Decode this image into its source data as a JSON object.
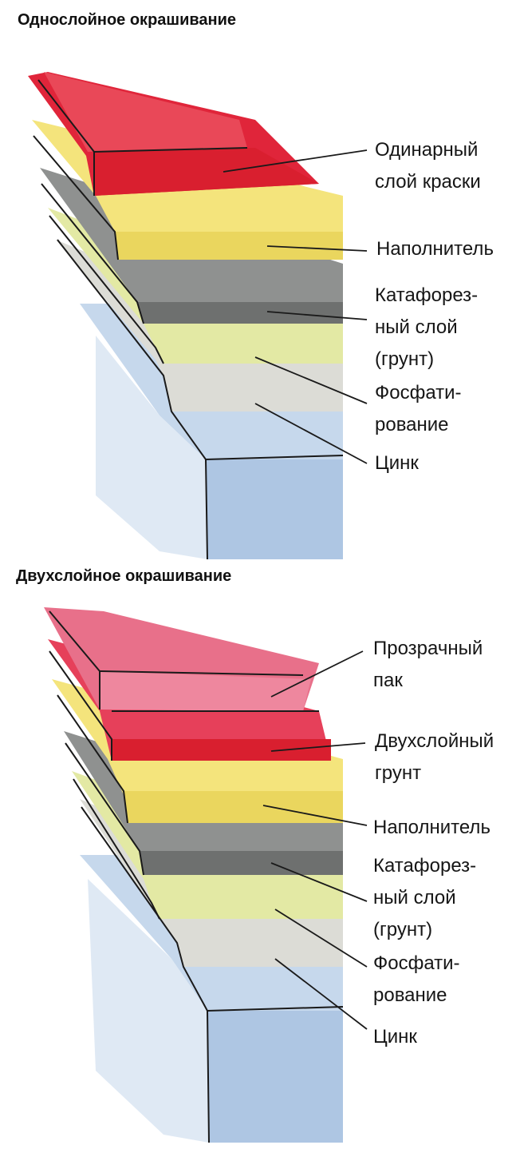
{
  "diagrams": [
    {
      "title": "Однослойное окрашивание",
      "labels": [
        [
          "Одинарный",
          "слой краски"
        ],
        [
          "Наполнитель"
        ],
        [
          "Катафорез-",
          "ный слой",
          "(грунт)"
        ],
        [
          "Фосфати-",
          "рование"
        ],
        [
          "Цинк"
        ]
      ]
    },
    {
      "title": "Двухслойное окрашивание",
      "labels": [
        [
          "Прозрачный",
          "пак"
        ],
        [
          "Двухслойный",
          "грунт"
        ],
        [
          "Наполнитель"
        ],
        [
          "Катафорез-",
          "ный слой",
          "(грунт)"
        ],
        [
          "Фосфати-",
          "рование"
        ],
        [
          "Цинк"
        ]
      ]
    }
  ],
  "colors": {
    "paint_red": "#e0253a",
    "clear_coat": "#e8708a",
    "primer_red": "#d91f2f",
    "filler_yellow": "#f4e47c",
    "cataphoresis_gray": "#8f9190",
    "cataphoresis_green": "#e3e9a4",
    "phosphate": "#dcdcd6",
    "zinc_blue": "#c6d8ec",
    "outline": "#1a1a1a"
  }
}
